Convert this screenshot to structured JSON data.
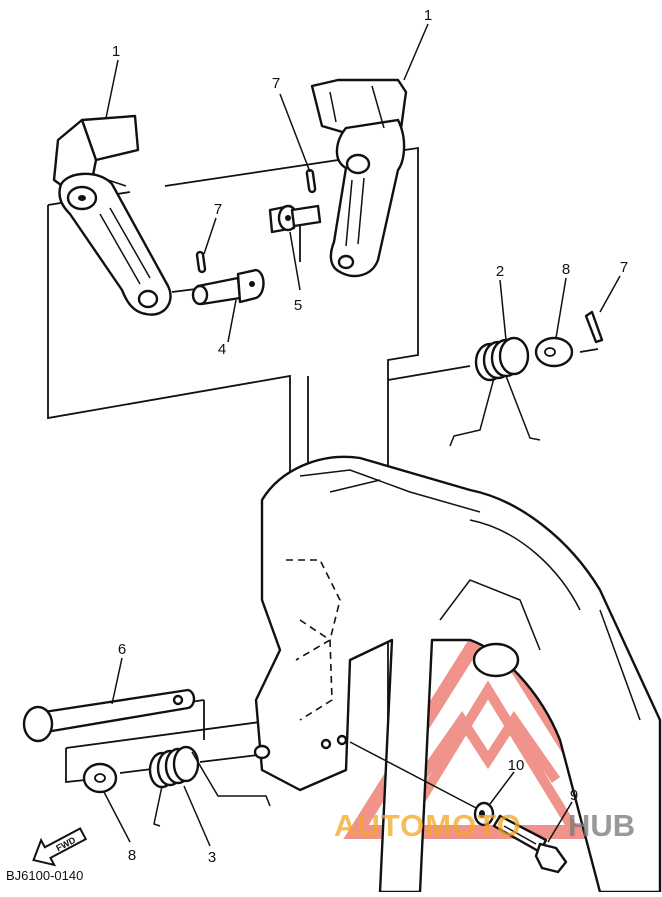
{
  "diagram": {
    "callouts": {
      "c1a": "1",
      "c1b": "1",
      "c2": "2",
      "c3": "3",
      "c4": "4",
      "c5": "5",
      "c6": "6",
      "c7a": "7",
      "c7b": "7",
      "c7c": "7",
      "c8a": "8",
      "c8b": "8",
      "c9": "9",
      "c10": "10"
    },
    "fwd_label": "FWD",
    "drawing_code": "BJ6100-0140"
  },
  "watermark": {
    "text_orange": "AUTOMOTO",
    "text_gray": "HUB",
    "color_red": "#e23b2e",
    "color_orange": "#f5a623",
    "color_gray": "#777777"
  }
}
